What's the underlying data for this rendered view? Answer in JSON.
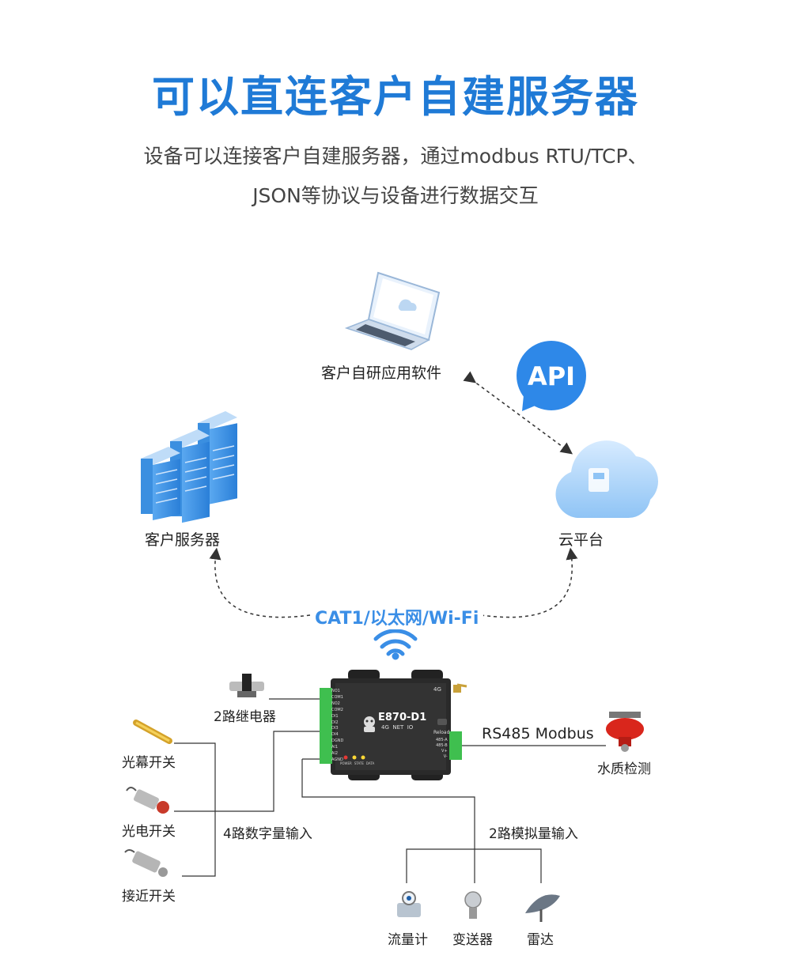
{
  "header": {
    "title": "可以直连客户自建服务器",
    "subtitle_line1": "设备可以连接客户自建服务器，通过modbus RTU/TCP、",
    "subtitle_line2": "JSON等协议与设备进行数据交互"
  },
  "nodes": {
    "client_software": "客户自研应用软件",
    "api_badge": "API",
    "client_server": "客户服务器",
    "cloud_platform": "云平台",
    "network": "CAT1/以太网/Wi-Fi"
  },
  "device": {
    "model": "E870-D1",
    "sub": "4G  NET  IO",
    "tag_4g": "4G",
    "reload": "Reload",
    "terminals_left": [
      "NO1",
      "COM1",
      "NO2",
      "COM2",
      "DI1",
      "DI2",
      "DI3",
      "DI4",
      "DGND",
      "AI1",
      "AI2",
      "AGND"
    ],
    "terminals_right": [
      "485-A",
      "485-B",
      "V+",
      "V-"
    ],
    "leds": [
      "POWER",
      "STATE",
      "DATA"
    ]
  },
  "io": {
    "relay": "2路继电器",
    "digital_in": "4路数字量输入",
    "analog_in": "2路模拟量输入",
    "rs485": "RS485 Modbus"
  },
  "sensors": {
    "light_curtain": "光幕开关",
    "photo_switch": "光电开关",
    "proximity": "接近开关",
    "water_quality": "水质检测",
    "flowmeter": "流量计",
    "transmitter": "变送器",
    "radar": "雷达"
  },
  "colors": {
    "title": "#1f7ad6",
    "accent_blue": "#3a8ee6",
    "device_body": "#2a2a2a",
    "terminal_green": "#3fbf4f",
    "water_red": "#d9261c"
  }
}
